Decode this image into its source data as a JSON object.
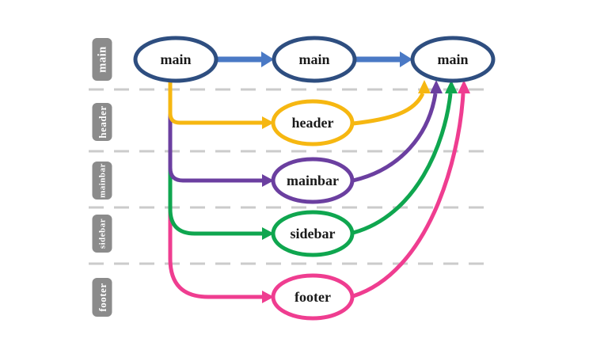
{
  "diagram": {
    "lanes": [
      {
        "label": "main"
      },
      {
        "label": "header"
      },
      {
        "label": "mainbar"
      },
      {
        "label": "sidebar"
      },
      {
        "label": "footer"
      }
    ],
    "nodes": {
      "main1": {
        "label": "main"
      },
      "main2": {
        "label": "main"
      },
      "main3": {
        "label": "main"
      },
      "header": {
        "label": "header"
      },
      "mainbar": {
        "label": "mainbar"
      },
      "sidebar": {
        "label": "sidebar"
      },
      "footer": {
        "label": "footer"
      }
    },
    "colors": {
      "main_node_border": "#2E4E80",
      "main_arrow": "#4A79C5",
      "header_branch": "#F6B711",
      "mainbar_branch": "#6B3FA0",
      "sidebar_branch": "#0FA64F",
      "footer_branch": "#EF3D90",
      "lane_label_bg": "#8B8B8B",
      "lane_label_text": "#FFFFFF",
      "node_fill": "#FFFFFF",
      "separator_dash": "#CBCBCB",
      "background": "#FFFFFF"
    }
  }
}
